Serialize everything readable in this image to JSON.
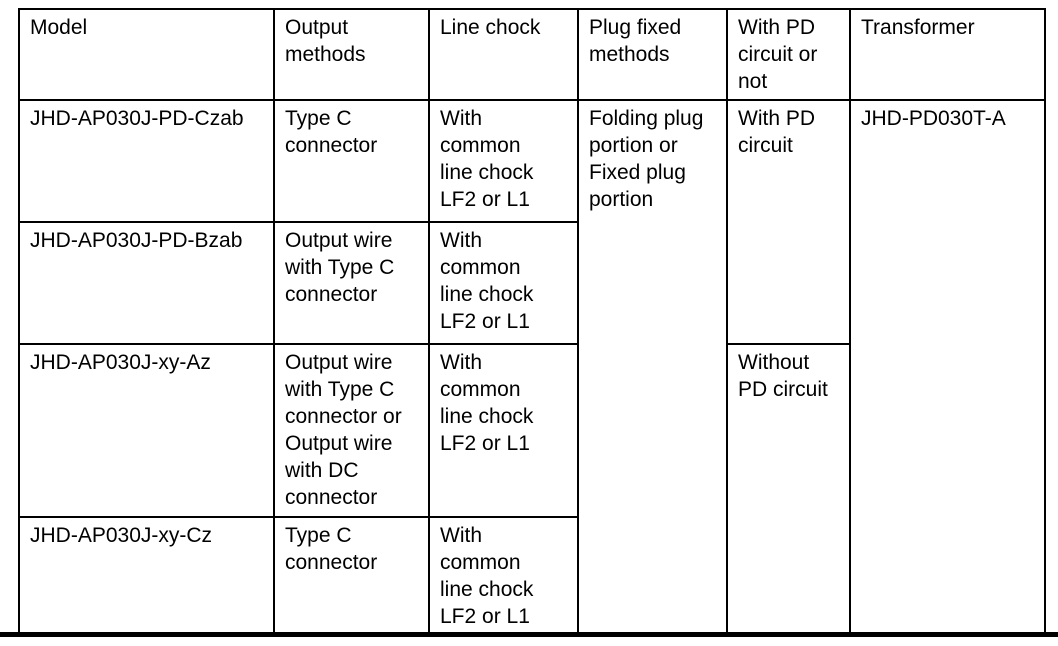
{
  "table": {
    "columns": [
      {
        "label": "Model"
      },
      {
        "label": "Output\nmethods"
      },
      {
        "label": "Line chock"
      },
      {
        "label": "Plug fixed\nmethods"
      },
      {
        "label": "With PD\ncircuit or\nnot"
      },
      {
        "label": "Transformer"
      }
    ],
    "rows": [
      {
        "model": "JHD-AP030J-PD-Czab",
        "output_method": "Type C\nconnector",
        "line_chock": "With\ncommon\nline chock\nLF2 or L1"
      },
      {
        "model": "JHD-AP030J-PD-Bzab",
        "output_method": "Output wire\nwith Type C\nconnector",
        "line_chock": "With\ncommon\nline chock\nLF2 or L1"
      },
      {
        "model": "JHD-AP030J-xy-Az",
        "output_method": "Output wire\nwith Type C\nconnector or\nOutput wire\nwith DC\nconnector",
        "line_chock": "With\ncommon\nline chock\nLF2 or L1"
      },
      {
        "model": "JHD-AP030J-xy-Cz",
        "output_method": "Type C\nconnector",
        "line_chock": "With\ncommon\nline chock\nLF2 or L1"
      }
    ],
    "merged": {
      "plug_fixed_method": "Folding plug\nportion or\nFixed plug\nportion",
      "with_pd_circuit": "With PD\ncircuit",
      "without_pd_circuit": "Without\nPD circuit",
      "transformer": "JHD-PD030T-A"
    },
    "colors": {
      "border": "#000000",
      "text": "#000000",
      "background": "#ffffff"
    }
  }
}
